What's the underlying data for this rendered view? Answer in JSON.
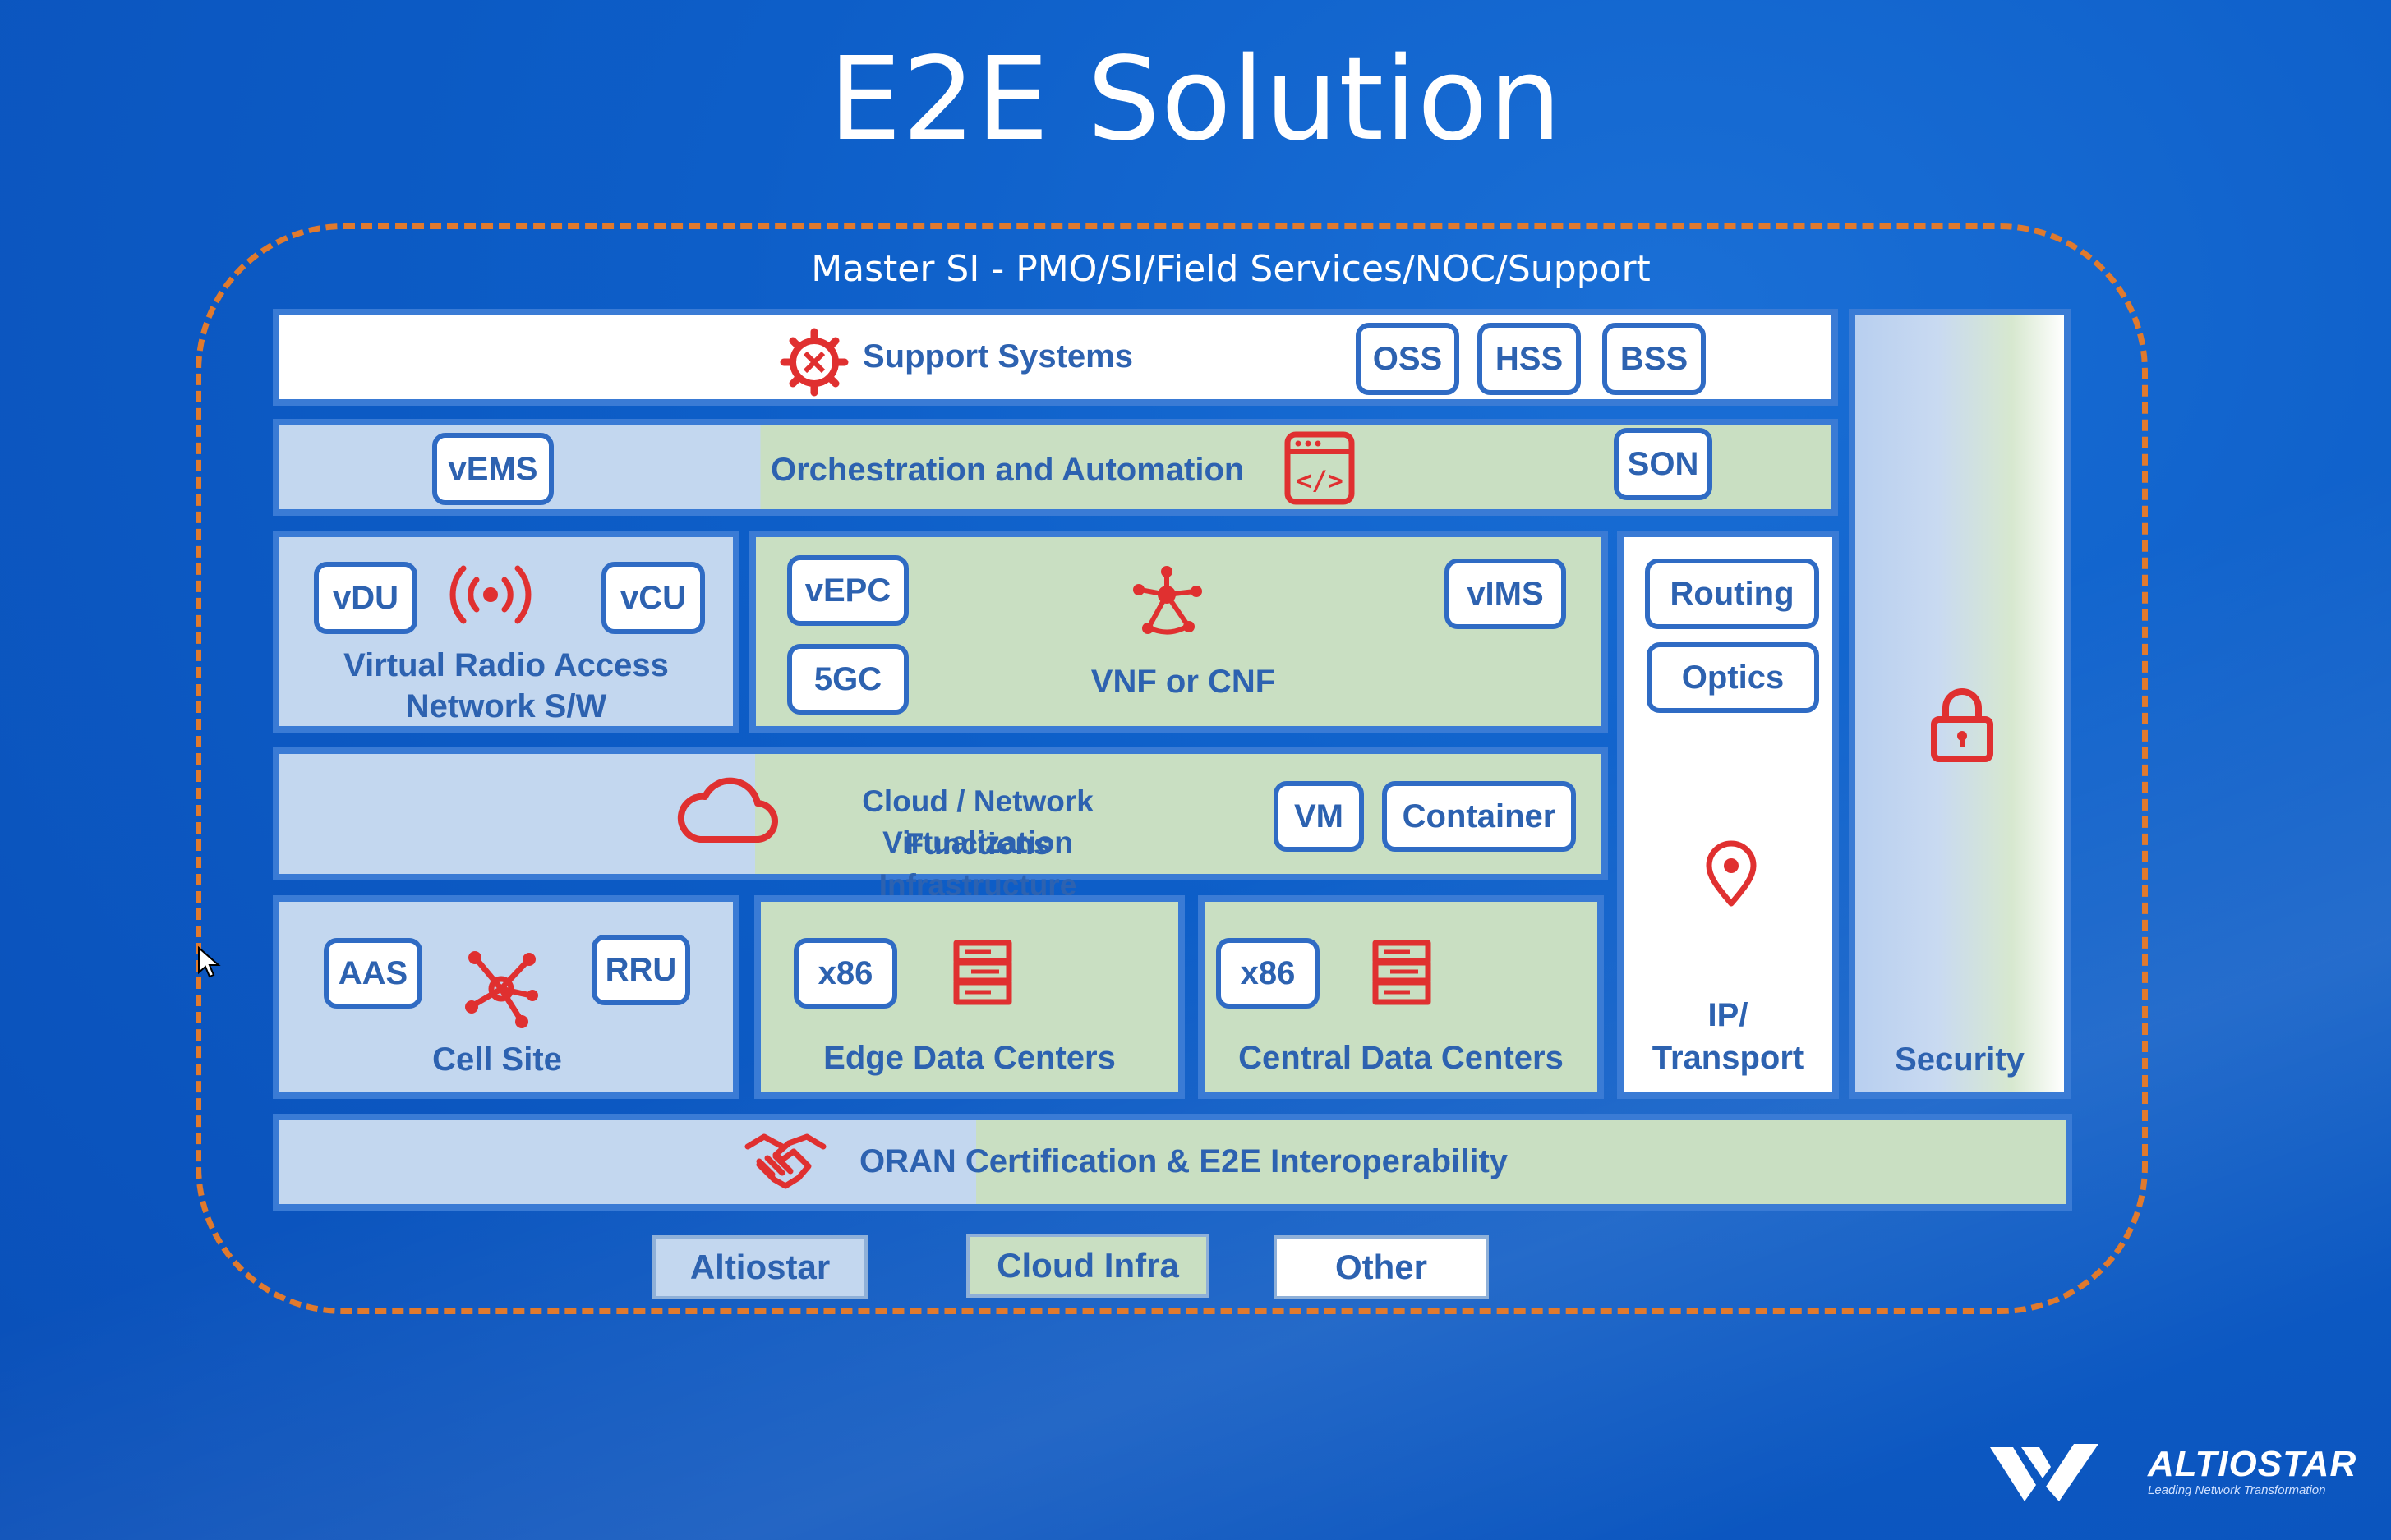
{
  "title": "E2E Solution",
  "master_label": "Master SI - PMO/SI/Field Services/NOC/Support",
  "support": {
    "label": "Support Systems",
    "chips": [
      "OSS",
      "HSS",
      "BSS"
    ]
  },
  "orchestration": {
    "vems": "vEMS",
    "label": "Orchestration and Automation",
    "son": "SON"
  },
  "vran": {
    "vdu": "vDU",
    "vcu": "vCU",
    "line1": "Virtual Radio Access",
    "line2": "Network S/W"
  },
  "vnf": {
    "vepc": "vEPC",
    "fiveg": "5GC",
    "vims": "vIMS",
    "label": "VNF or CNF"
  },
  "ip_transport": {
    "routing": "Routing",
    "optics": "Optics",
    "line1": "IP/",
    "line2": "Transport"
  },
  "security": {
    "label": "Security"
  },
  "nfvi": {
    "line1": "Cloud / Network Functions",
    "line2": "Virtualization Infrastructure",
    "vm": "VM",
    "container": "Container"
  },
  "cell_site": {
    "aas": "AAS",
    "rru": "RRU",
    "label": "Cell Site"
  },
  "edge_dc": {
    "chip": "x86",
    "label": "Edge Data Centers"
  },
  "central_dc": {
    "chip": "x86",
    "label": "Central Data Centers"
  },
  "oran": {
    "label": "ORAN Certification & E2E Interoperability"
  },
  "legend": {
    "items": [
      "Altiostar",
      "Cloud Infra",
      "Other"
    ]
  },
  "brand": {
    "name": "ALTIOSTAR",
    "tagline": "Leading Network Transformation"
  },
  "colors": {
    "accent_red": "#e03030",
    "chip_blue": "#2f6bc4",
    "frame_orange": "#e07a2e",
    "altiostar_blue": "#c3d7ef",
    "cloud_green": "#c9dfc2"
  },
  "icons": [
    "gear-tools-icon",
    "code-window-icon",
    "radio-waves-icon",
    "network-hub-icon",
    "cloud-icon",
    "lock-icon",
    "location-pin-icon",
    "cell-tower-node-icon",
    "server-stack-icon",
    "handshake-icon",
    "mouse-cursor-icon"
  ]
}
